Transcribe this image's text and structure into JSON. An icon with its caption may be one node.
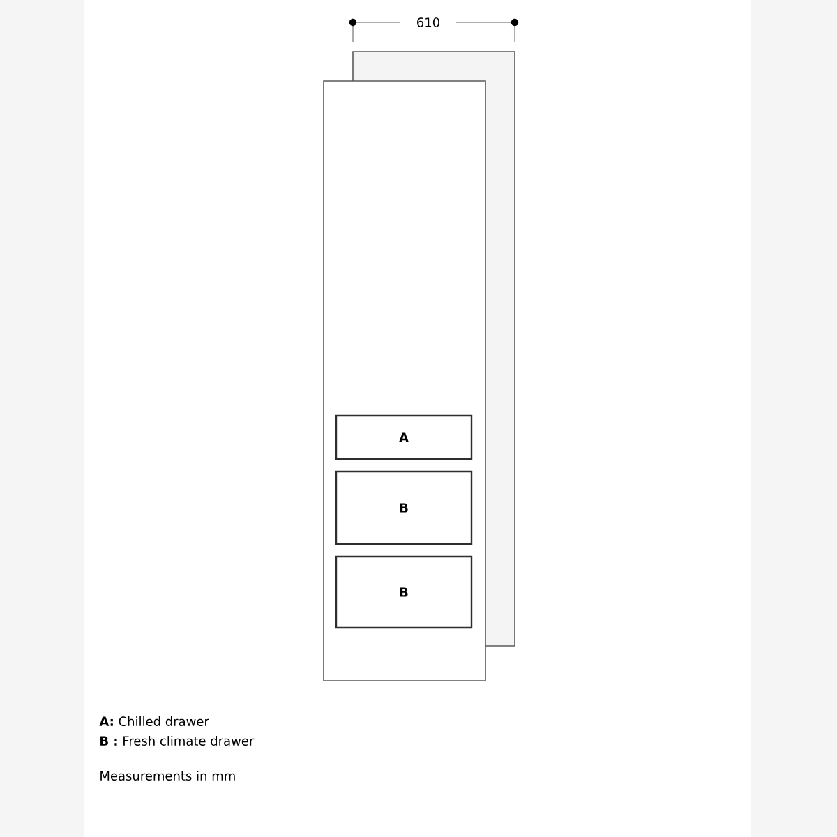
{
  "diagram": {
    "nodes": [
      {
        "text": [],
        "shape": "box"
      },
      {
        "text": [],
        "shape": "box"
      },
      {
        "text": [
          "A"
        ],
        "in": 1
      },
      {
        "text": [
          "B"
        ],
        "in": 1
      },
      {
        "text": [
          "B"
        ],
        "in": 1
      }
    ],
    "labels": [
      "610",
      "**A:** Chilled drawer",
      "**B :** Fresh climate drawer",
      "Measurements in mm"
    ]
  }
}
